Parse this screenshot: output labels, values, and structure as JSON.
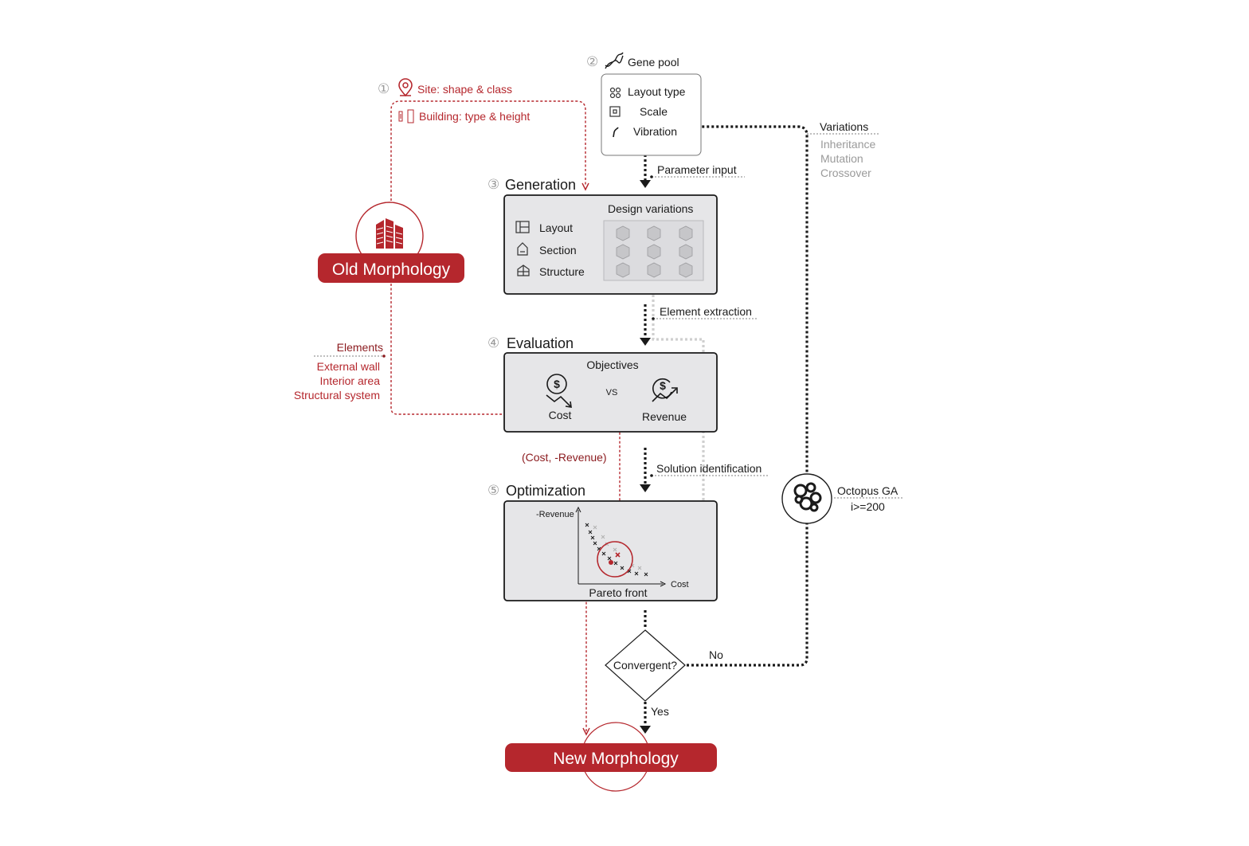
{
  "steps": {
    "site": {
      "num": "①",
      "label": "Site: shape & class",
      "sub": "Building: type & height"
    },
    "gene_pool": {
      "num": "②",
      "label": "Gene pool",
      "items": [
        "Layout type",
        "Scale",
        "Vibration"
      ]
    },
    "generation": {
      "num": "③",
      "label": "Generation",
      "title": "Design variations",
      "items": [
        "Layout",
        "Section",
        "Structure"
      ]
    },
    "evaluation": {
      "num": "④",
      "label": "Evaluation",
      "title": "Objectives",
      "vs": "VS",
      "cost": "Cost",
      "revenue": "Revenue"
    },
    "optimization": {
      "num": "⑤",
      "label": "Optimization",
      "y_axis": "-Revenue",
      "x_axis": "Cost",
      "caption": "Pareto front"
    }
  },
  "edges": {
    "parameter_input": "Parameter input",
    "element_extraction": "Element extraction",
    "solution_identification": "Solution identification",
    "cost_revenue": "(Cost, -Revenue)",
    "no": "No",
    "yes": "Yes"
  },
  "elements": {
    "title": "Elements",
    "items": [
      "External wall",
      "Interior area",
      "Structural system"
    ]
  },
  "variations": {
    "title": "Variations",
    "items": [
      "Inheritance",
      "Mutation",
      "Crossover"
    ]
  },
  "octopus": {
    "label": "Octopus GA",
    "condition": "i>=200"
  },
  "decision": {
    "label": "Convergent?"
  },
  "old_morphology": {
    "label": "Old Morphology"
  },
  "new_morphology": {
    "label": "New Morphology"
  },
  "colors": {
    "accent_red": "#b5272d",
    "box_fill": "#e6e6e8",
    "grey_path": "#cfcfcf"
  }
}
